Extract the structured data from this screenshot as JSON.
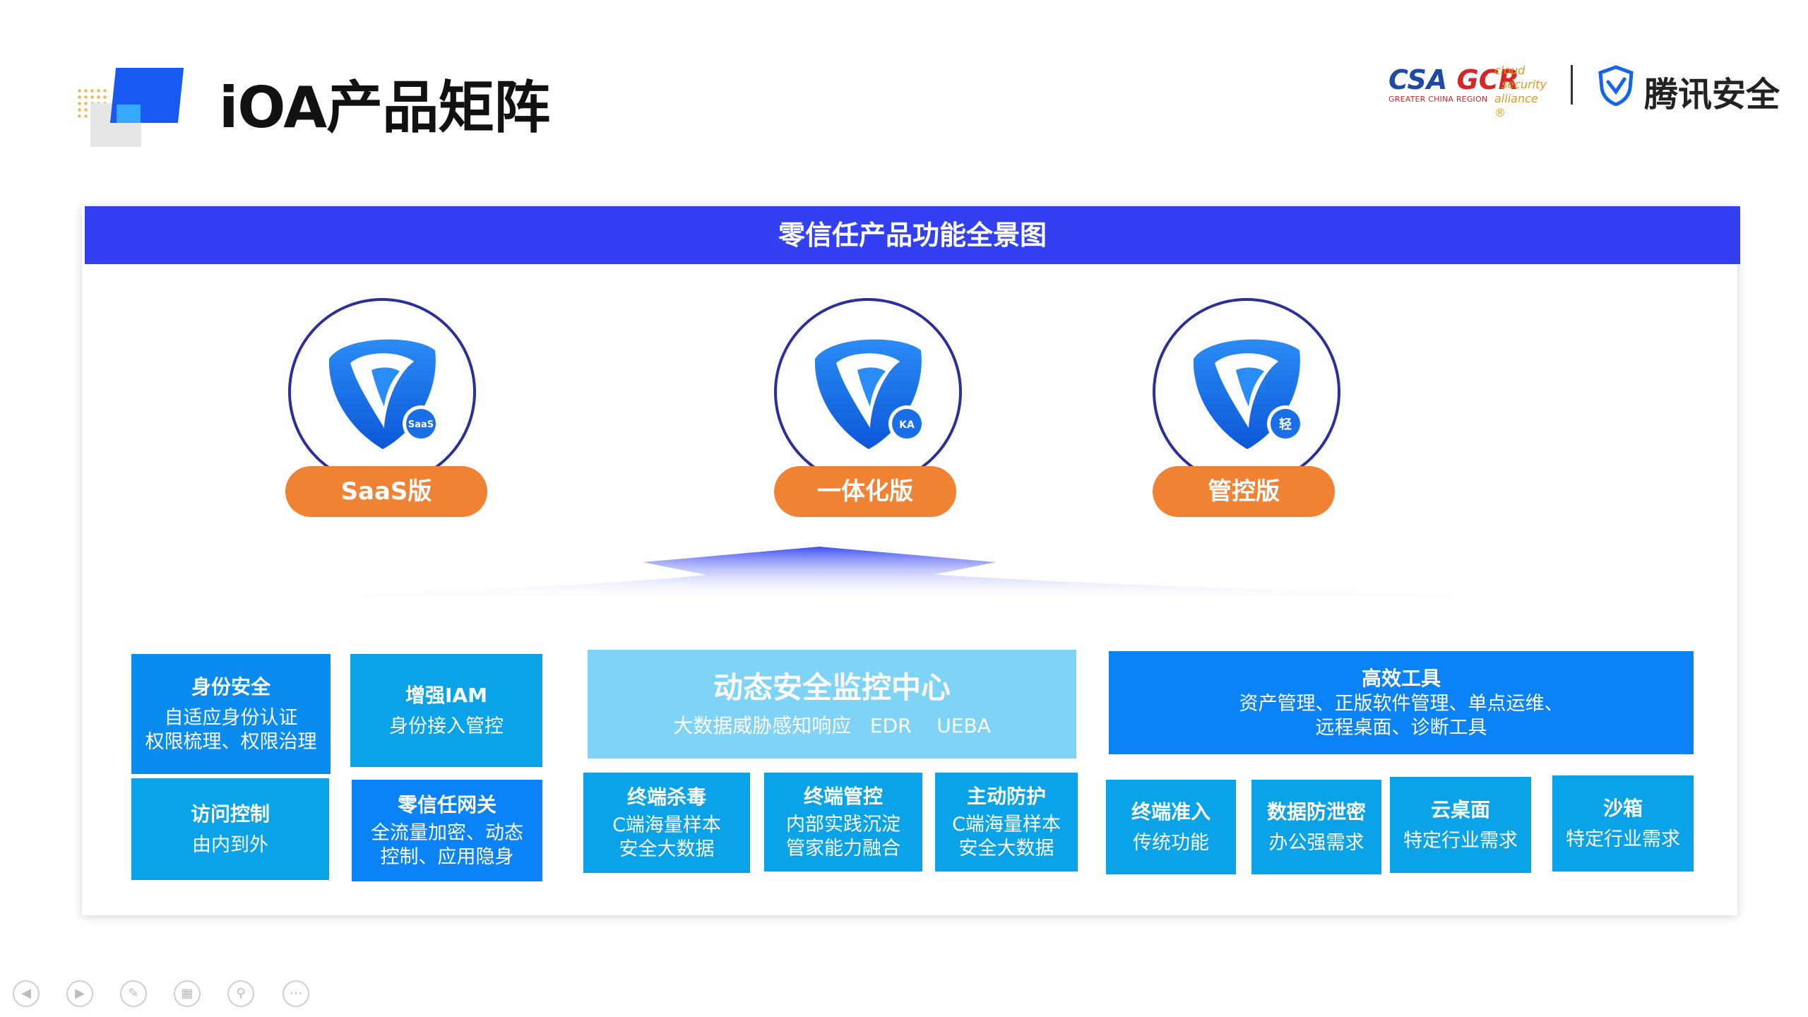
{
  "header": {
    "title": "iOA产品矩阵",
    "csa_logo": {
      "part1": "CSA",
      "part2": "GCR",
      "region": "GREATER CHINA REGION",
      "side_lines": [
        "cloud",
        "security",
        "alliance ®"
      ]
    },
    "tencent_name": "腾讯安全"
  },
  "banner": {
    "title": "零信任产品功能全景图"
  },
  "editions": [
    {
      "label": "SaaS版",
      "badge": "SaaS",
      "icon": "ioa-shield-icon"
    },
    {
      "label": "一体化版",
      "badge": "KA",
      "icon": "ioa-shield-icon"
    },
    {
      "label": "管控版",
      "badge": "轻",
      "icon": "ioa-shield-icon"
    }
  ],
  "modules": {
    "identity": {
      "title": "身份安全",
      "line1": "自适应身份认证",
      "line2": "权限梳理、权限治理"
    },
    "iam": {
      "title": "增强IAM",
      "line1": "身份接入管控"
    },
    "access": {
      "title": "访问控制",
      "line1": "由内到外"
    },
    "gateway": {
      "title": "零信任网关",
      "line1": "全流量加密、动态",
      "line2": "控制、应用隐身"
    },
    "monitor": {
      "title": "动态安全监控中心",
      "line1": "大数据威胁感知响应   EDR    UEBA"
    },
    "antivirus": {
      "title": "终端杀毒",
      "line1": "C端海量样本",
      "line2": "安全大数据"
    },
    "terminal": {
      "title": "终端管控",
      "line1": "内部实践沉淀",
      "line2": "管家能力融合"
    },
    "defense": {
      "title": "主动防护",
      "line1": "C端海量样本",
      "line2": "安全大数据"
    },
    "tools": {
      "title": "高效工具",
      "line1": "资产管理、正版软件管理、单点运维、",
      "line2": "远程桌面、诊断工具"
    },
    "nac": {
      "title": "终端准入",
      "line1": "传统功能"
    },
    "dlp": {
      "title": "数据防泄密",
      "line1": "办公强需求"
    },
    "cloud_desktop": {
      "title": "云桌面",
      "line1": "特定行业需求"
    },
    "sandbox": {
      "title": "沙箱",
      "line1": "特定行业需求"
    }
  },
  "nav_icons": [
    "prev-icon",
    "next-icon",
    "pen-icon",
    "slides-icon",
    "zoom-icon",
    "more-icon"
  ],
  "colors": {
    "banner": "#3340f1",
    "pill": "#f08234",
    "box_blue": "#0a8bf0",
    "box_cyan": "#0aa3e8",
    "box_light": "#7fd3f6",
    "ring": "#2a2f9a"
  }
}
